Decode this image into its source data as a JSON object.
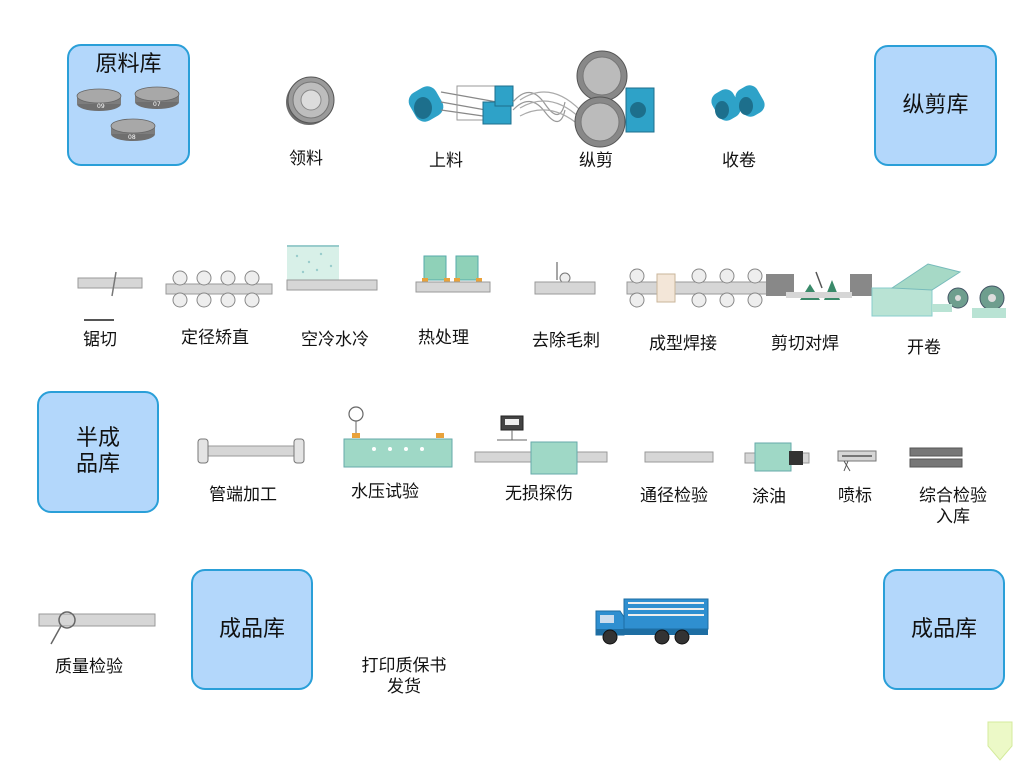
{
  "stores": {
    "raw_material": "原料库",
    "slitting": "纵剪库",
    "semi_finished_line1": "半成",
    "semi_finished_line2": "品库",
    "finished_1": "成品库",
    "finished_2": "成品库"
  },
  "coil_labels": [
    "09",
    "07",
    "08"
  ],
  "row1": {
    "collect": "领料",
    "feed": "上料",
    "slit": "纵剪",
    "rewind": "收卷"
  },
  "row2": {
    "saw": "锯切",
    "sizing": "定径矫直",
    "air_water_cool": "空冷水冷",
    "heat_treat": "热处理",
    "deburr": "去除毛刺",
    "form_weld": "成型焊接",
    "shear_butt_weld": "剪切对焊",
    "uncoil": "开卷"
  },
  "row3": {
    "pipe_end": "管端加工",
    "hydro_test": "水压试验",
    "ndt": "无损探伤",
    "drift_test": "通径检验",
    "oiling": "涂油",
    "marking": "喷标",
    "final_inspect_line1": "综合检验",
    "final_inspect_line2": "入库"
  },
  "row4": {
    "quality_check": "质量检验",
    "ship_line1": "打印质保书",
    "ship_line2": "发货"
  },
  "colors": {
    "store_fill": "#b3d7fb",
    "store_border": "#2a9fd8",
    "machine_teal": "#2ea2c8",
    "machine_green": "#9fd8c6",
    "truck_blue": "#2f8fd0",
    "pipe_gray": "#c8c8c8"
  }
}
